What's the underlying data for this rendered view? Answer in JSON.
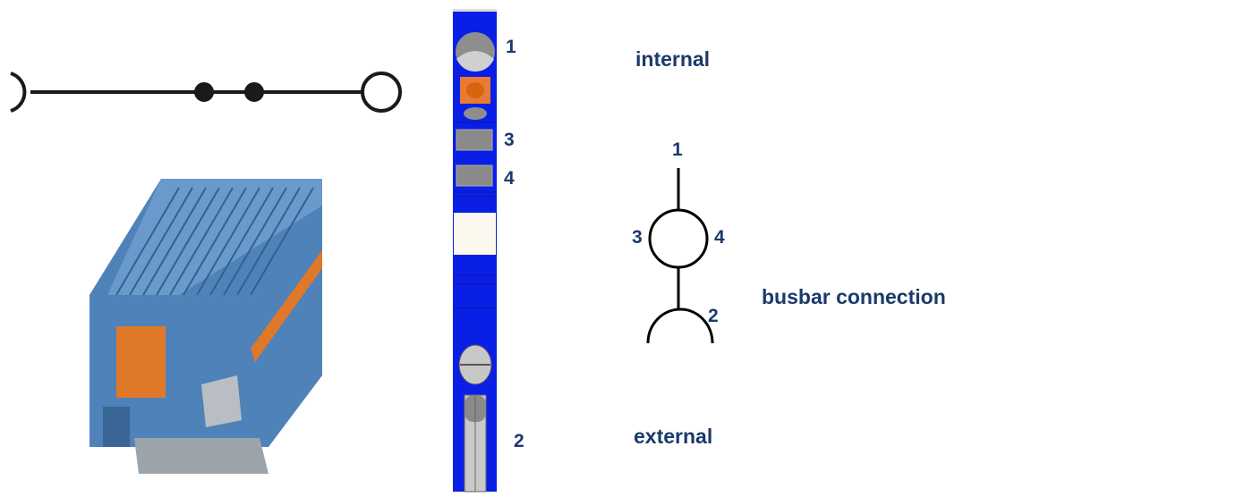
{
  "strip_labels": {
    "n1": "1",
    "n3": "3",
    "n4": "4",
    "n2": "2"
  },
  "texts": {
    "internal": "internal",
    "external": "external",
    "busbar": "busbar connection"
  },
  "symbol_labels": {
    "n1": "1",
    "n3": "3",
    "n4": "4",
    "n2": "2"
  },
  "colors": {
    "text": "#1b3a6b",
    "strip_blue": "#0a1fe6",
    "block_blue": "#4f82b8",
    "orange": "#e0782a"
  }
}
